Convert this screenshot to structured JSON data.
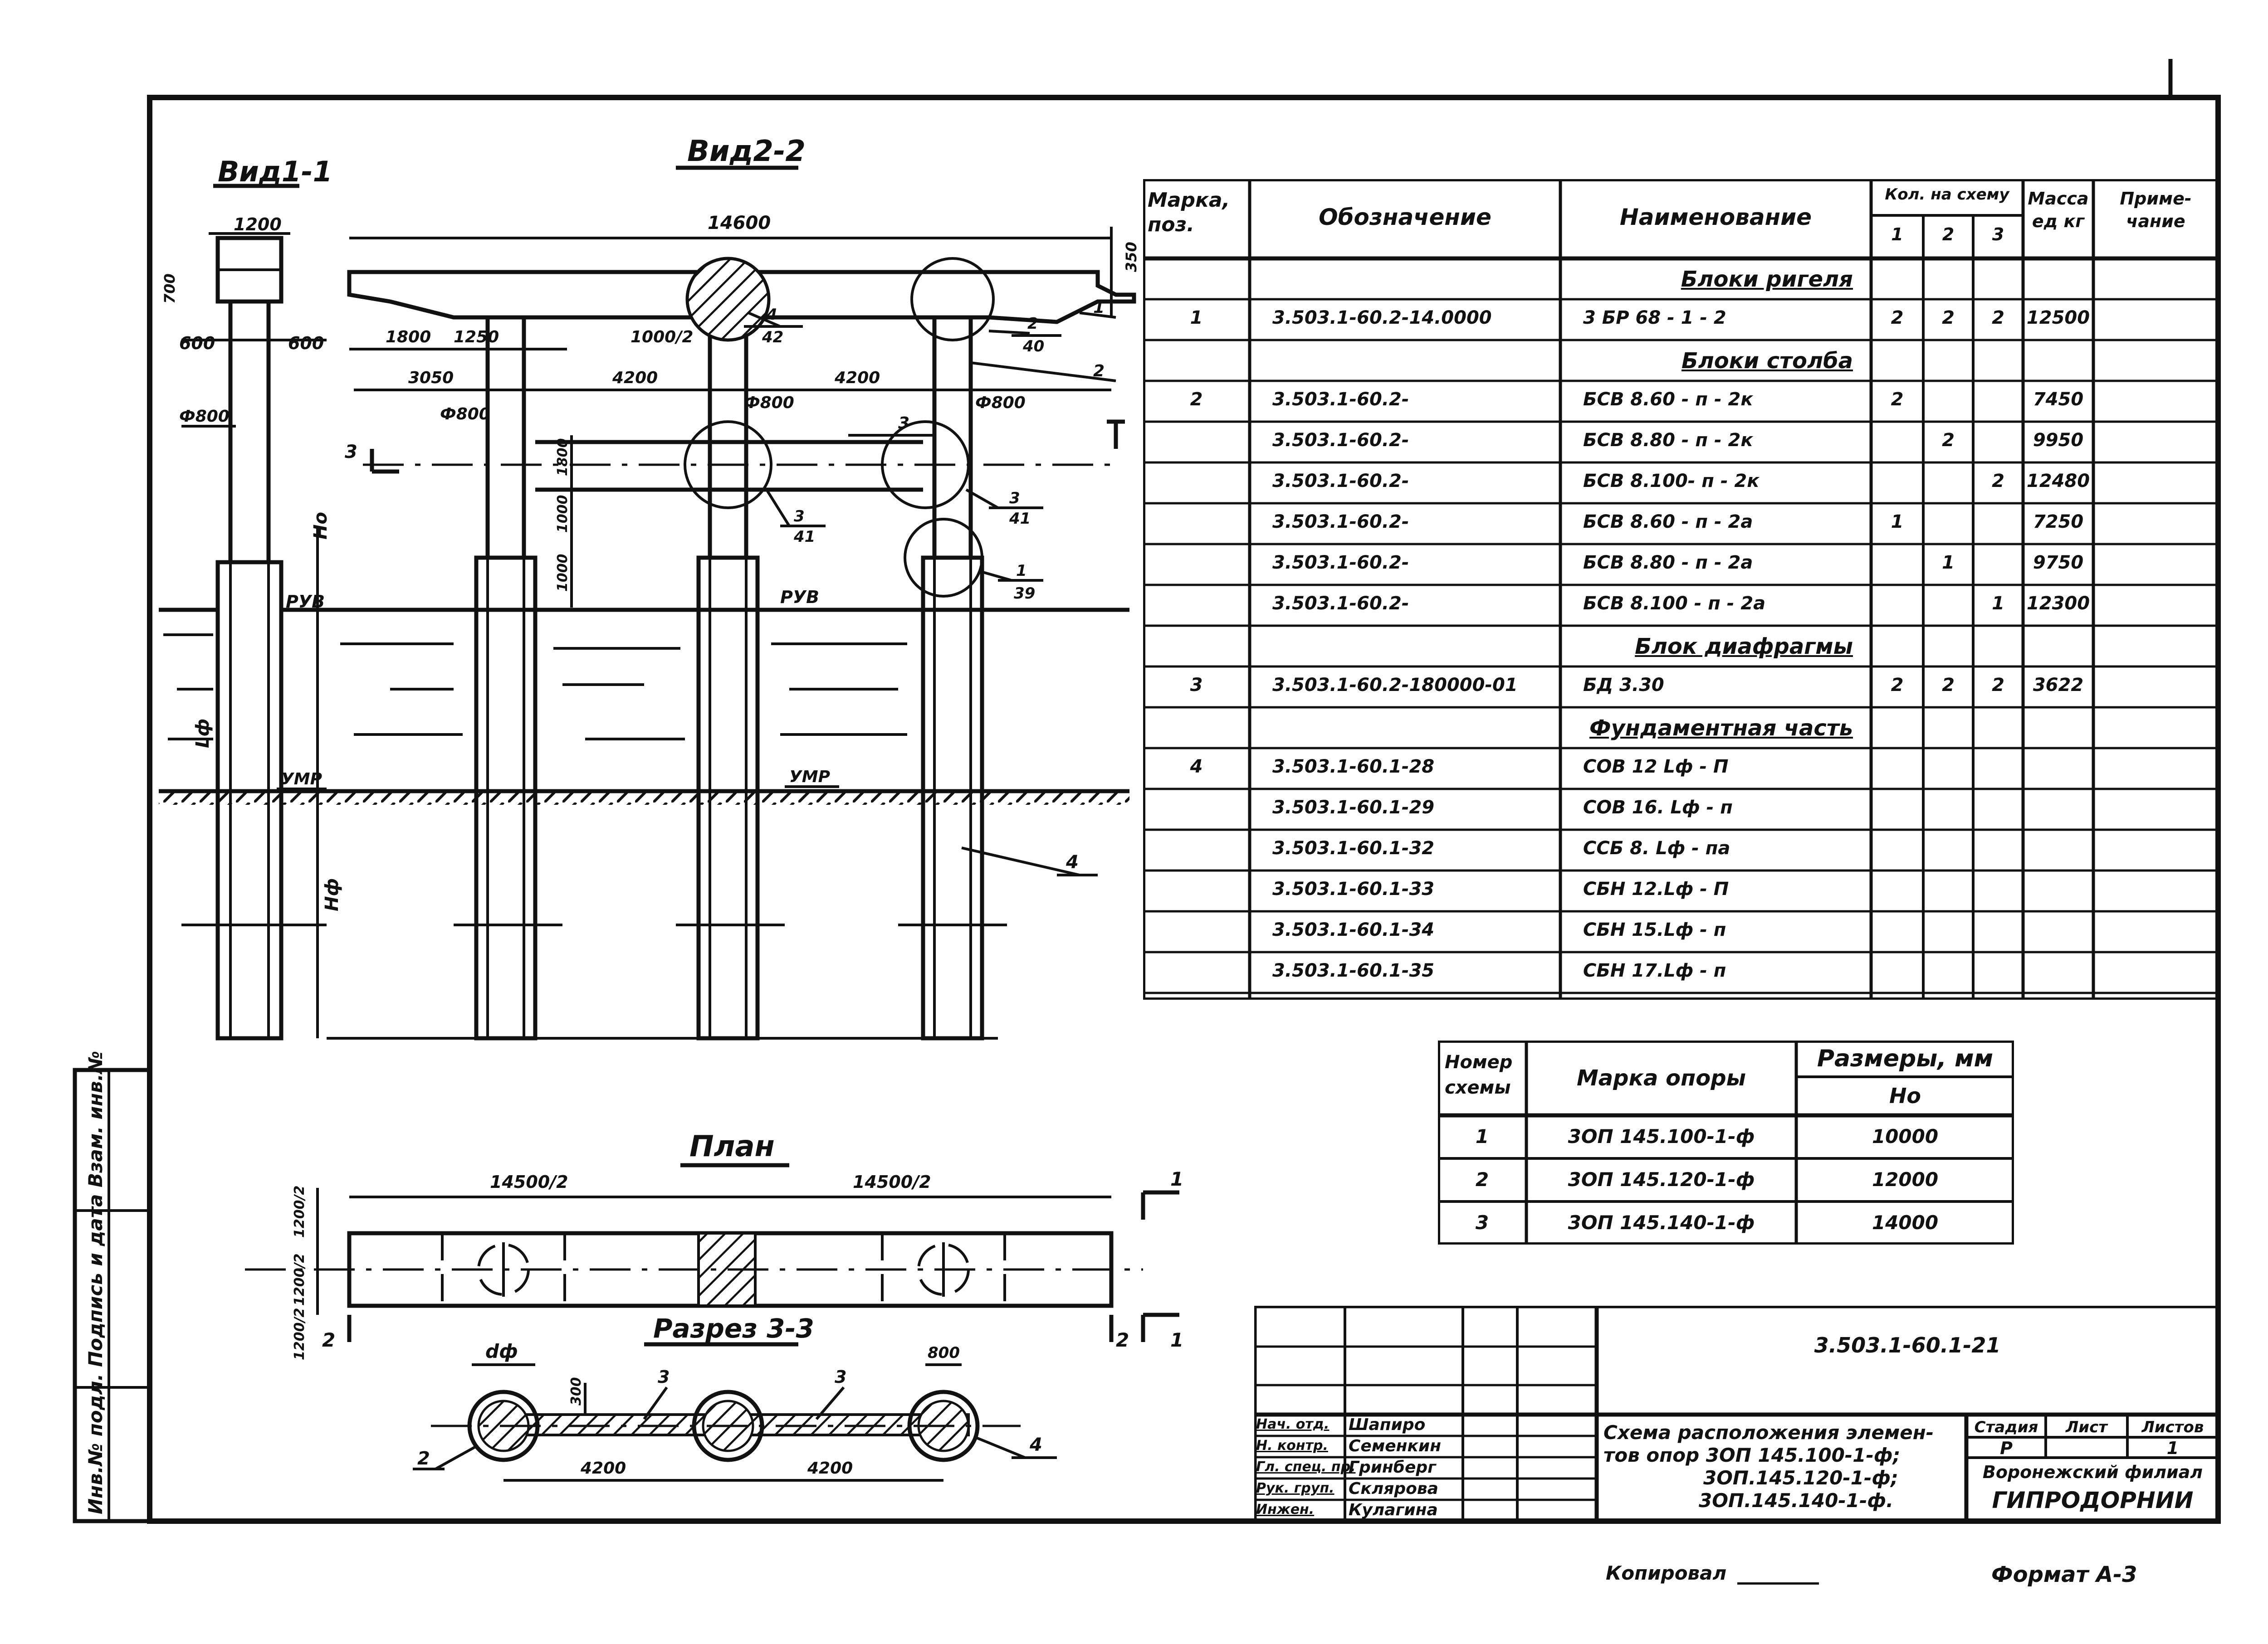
{
  "views": {
    "view_1": "Вид1-1",
    "view_2": "Вид2-2",
    "plan": "План",
    "section": "Разрез 3-3"
  },
  "view1_dims": {
    "width": "1200",
    "top": "700",
    "left": "600",
    "right": "600",
    "dia": "Ф800",
    "ho": "Но",
    "lf": "Lф",
    "hf": "Нф",
    "ruv": "РУВ",
    "umr": "УМР"
  },
  "view2_dims": {
    "total": "14600",
    "right_top": "350",
    "d1800": "1800",
    "d1250": "1250",
    "d1000_2": "1000/2",
    "d3050": "3050",
    "d4200a": "4200",
    "d4200b": "4200",
    "dia1": "Ф800",
    "dia2": "Ф800",
    "dia3": "Ф800",
    "v1800": "1800",
    "v1000a": "1000",
    "v1000b": "1000",
    "ruv": "РУВ",
    "umr": "УМР",
    "sec_mark": "3",
    "leader_4_42": {
      "n": "4",
      "d": "42"
    },
    "leader_2_40": {
      "n": "2",
      "d": "40"
    },
    "leader_3_41a": {
      "n": "3",
      "d": "41"
    },
    "leader_3_41b": {
      "n": "3",
      "d": "41"
    },
    "leader_1_39": {
      "n": "1",
      "d": "39"
    },
    "pos1": "1",
    "pos2": "2",
    "pos3": "3",
    "pos4": "4"
  },
  "plan_dims": {
    "left": "14500/2",
    "right": "14500/2",
    "h1": "1200/2",
    "h2": "1200/2",
    "h3": "1200/2",
    "mark1": "1",
    "mark2": "2"
  },
  "section_dims": {
    "df": "dф",
    "d800": "800",
    "d300": "300",
    "d4200a": "4200",
    "d4200b": "4200",
    "p2": "2",
    "p3a": "3",
    "p3b": "3",
    "p4": "4"
  },
  "spec_table": {
    "headers": {
      "mark": "Марка, поз.",
      "designation": "Обозначение",
      "name": "Наименование",
      "qty": "Кол. на схему",
      "q1": "1",
      "q2": "2",
      "q3": "3",
      "mass": "Масса ед кг",
      "note": "Приме- чание"
    },
    "rows": [
      {
        "type": "section",
        "name": "Блоки ригеля"
      },
      {
        "mark": "1",
        "designation": "3.503.1-60.2-14.0000",
        "name": "3 БР 68 - 1 - 2",
        "q1": "2",
        "q2": "2",
        "q3": "2",
        "mass": "12500"
      },
      {
        "type": "section",
        "name": "Блоки столба"
      },
      {
        "mark": "2",
        "designation": "3.503.1-60.2-",
        "name": "БСВ 8.60 - п - 2к",
        "q1": "2",
        "q2": "",
        "q3": "",
        "mass": "7450"
      },
      {
        "mark": "",
        "designation": "3.503.1-60.2-",
        "name": "БСВ 8.80 - п - 2к",
        "q1": "",
        "q2": "2",
        "q3": "",
        "mass": "9950"
      },
      {
        "mark": "",
        "designation": "3.503.1-60.2-",
        "name": "БСВ 8.100- п - 2к",
        "q1": "",
        "q2": "",
        "q3": "2",
        "mass": "12480"
      },
      {
        "mark": "",
        "designation": "3.503.1-60.2-",
        "name": "БСВ 8.60 - п - 2а",
        "q1": "1",
        "q2": "",
        "q3": "",
        "mass": "7250"
      },
      {
        "mark": "",
        "designation": "3.503.1-60.2-",
        "name": "БСВ 8.80 - п - 2а",
        "q1": "",
        "q2": "1",
        "q3": "",
        "mass": "9750"
      },
      {
        "mark": "",
        "designation": "3.503.1-60.2-",
        "name": "БСВ 8.100 - п - 2а",
        "q1": "",
        "q2": "",
        "q3": "1",
        "mass": "12300"
      },
      {
        "type": "section",
        "name": "Блок диафрагмы"
      },
      {
        "mark": "3",
        "designation": "3.503.1-60.2-180000-01",
        "name": "БД 3.30",
        "q1": "2",
        "q2": "2",
        "q3": "2",
        "mass": "3622"
      },
      {
        "type": "section",
        "name": "Фундаментная часть"
      },
      {
        "mark": "4",
        "designation": "3.503.1-60.1-28",
        "name": "СОВ 12 Lф - П",
        "q1": "",
        "q2": "",
        "q3": "",
        "mass": ""
      },
      {
        "mark": "",
        "designation": "3.503.1-60.1-29",
        "name": "СОВ 16. Lф - п",
        "q1": "",
        "q2": "",
        "q3": "",
        "mass": ""
      },
      {
        "mark": "",
        "designation": "3.503.1-60.1-32",
        "name": "ССБ 8. Lф - па",
        "q1": "",
        "q2": "",
        "q3": "",
        "mass": ""
      },
      {
        "mark": "",
        "designation": "3.503.1-60.1-33",
        "name": "СБН 12.Lф - П",
        "q1": "",
        "q2": "",
        "q3": "",
        "mass": ""
      },
      {
        "mark": "",
        "designation": "3.503.1-60.1-34",
        "name": "СБН 15.Lф - п",
        "q1": "",
        "q2": "",
        "q3": "",
        "mass": ""
      },
      {
        "mark": "",
        "designation": "3.503.1-60.1-35",
        "name": "СБН 17.Lф - п",
        "q1": "",
        "q2": "",
        "q3": "",
        "mass": ""
      }
    ]
  },
  "scheme_table": {
    "headers": {
      "num": "Номер схемы",
      "mark": "Марка опоры",
      "sizes": "Размеры, мм",
      "ho": "Но"
    },
    "rows": [
      {
        "num": "1",
        "mark": "3ОП 145.100-1-ф",
        "ho": "10000"
      },
      {
        "num": "2",
        "mark": "3ОП 145.120-1-ф",
        "ho": "12000"
      },
      {
        "num": "3",
        "mark": "3ОП 145.140-1-ф",
        "ho": "14000"
      }
    ]
  },
  "title_block": {
    "code": "3.503.1-60.1-21",
    "title_lines": [
      "Схема расположения элемен-",
      "тов опор 3ОП 145.100-1-ф;",
      "3ОП.145.120-1-ф;",
      "3ОП.145.140-1-ф."
    ],
    "stage_hdr": "Стадия",
    "sheet_hdr": "Лист",
    "sheets_hdr": "Листов",
    "stage": "Р",
    "sheet": "",
    "sheets": "1",
    "org1": "Воронежский филиал",
    "org2": "ГИПРОДОРНИИ",
    "roles": [
      {
        "role": "Нач. отд.",
        "name": "Шапиро"
      },
      {
        "role": "Н. контр.",
        "name": "Семенкин"
      },
      {
        "role": "Гл. спец. пр.",
        "name": "Гринберг"
      },
      {
        "role": "Рук. груп.",
        "name": "Склярова"
      },
      {
        "role": "Инжен.",
        "name": "Кулагина"
      }
    ]
  },
  "side_stamp": "Инв.№ подл. Подпись и дата Взам. инв.№",
  "footer": {
    "copied": "Копировал",
    "format": "Формат А-3"
  }
}
